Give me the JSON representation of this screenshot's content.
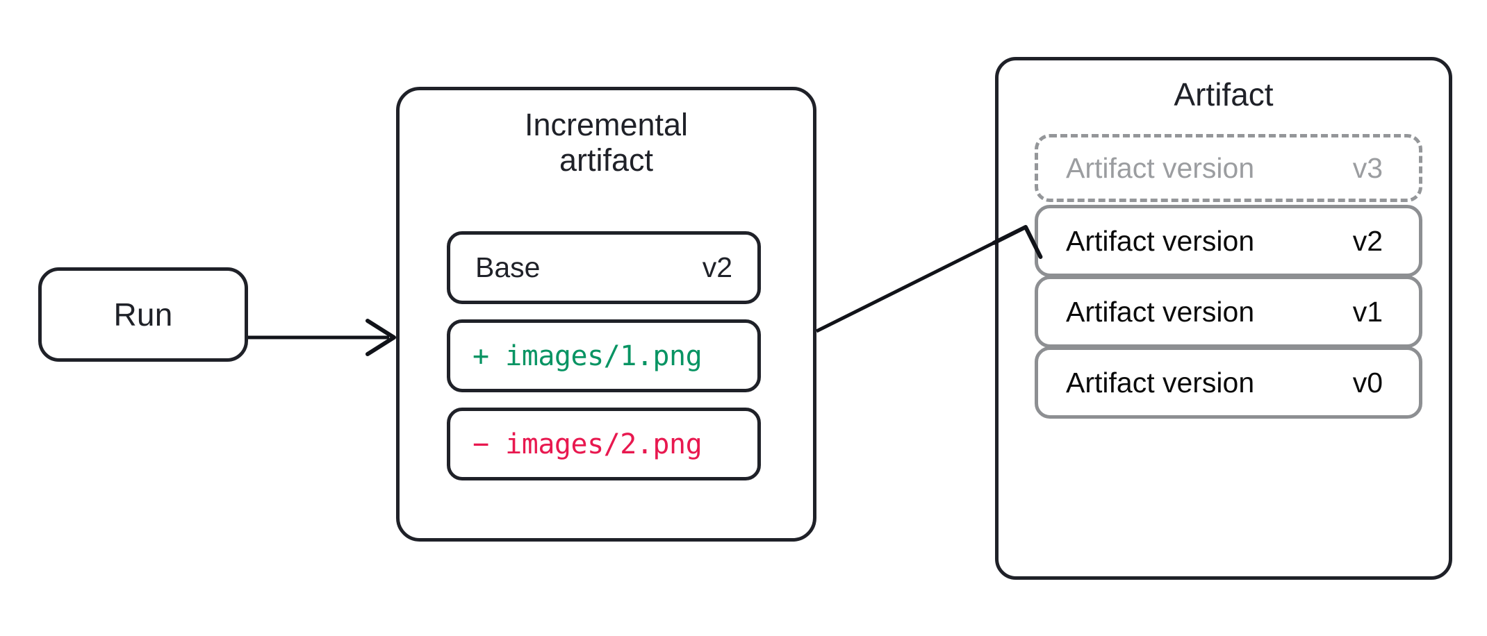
{
  "diagram": {
    "title": "Incremental artifact to artifact versioning flow",
    "background": "#ffffff",
    "colors": {
      "stroke_dark": "#1f2128",
      "stroke_gray": "#8d8f92",
      "stroke_dashed_gray": "#949699",
      "text_muted": "#9b9da0",
      "diff_add": "#089463",
      "diff_remove": "#E8184F"
    }
  },
  "run": {
    "label": "Run"
  },
  "incremental": {
    "title": "Incremental\nartifact",
    "title_line1": "Incremental",
    "title_line2": "artifact",
    "rows": [
      {
        "name": "Base",
        "version": "v2",
        "kind": "base"
      },
      {
        "name": "+ images/1.png",
        "kind": "added"
      },
      {
        "name": "− images/2.png",
        "kind": "removed"
      }
    ]
  },
  "artifact": {
    "title": "Artifact",
    "versions": [
      {
        "label": "Artifact version",
        "version": "v3",
        "state": "pending"
      },
      {
        "label": "Artifact version",
        "version": "v2",
        "state": "existing"
      },
      {
        "label": "Artifact version",
        "version": "v1",
        "state": "existing"
      },
      {
        "label": "Artifact version",
        "version": "v0",
        "state": "existing"
      }
    ]
  },
  "arrows": [
    {
      "name": "run-to-incremental",
      "from": "Run",
      "to": "Incremental artifact"
    },
    {
      "name": "incremental-to-artifact",
      "from": "Incremental artifact",
      "to": "Artifact version v3"
    }
  ]
}
